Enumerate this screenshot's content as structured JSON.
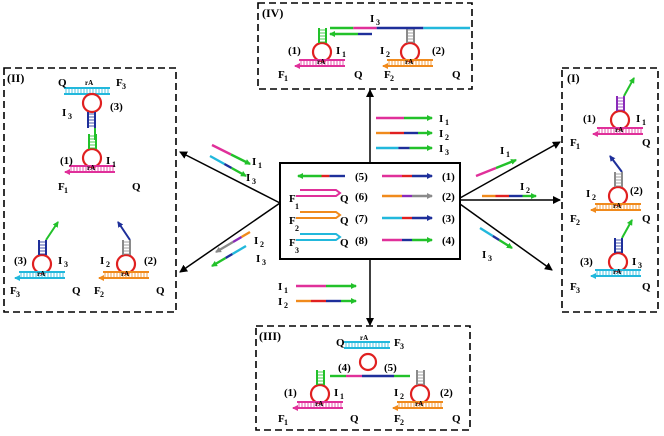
{
  "panels": {
    "I": {
      "title": "(I)"
    },
    "II": {
      "title": "(II)"
    },
    "III": {
      "title": "(III)"
    },
    "IV": {
      "title": "(IV)"
    }
  },
  "labels": {
    "one": "(1)",
    "two": "(2)",
    "three": "(3)",
    "four": "(4)",
    "five": "(5)",
    "six": "(6)",
    "seven": "(7)",
    "eight": "(8)",
    "I": "I",
    "F": "F",
    "Q": "Q",
    "rA": "rA",
    "s1": "1",
    "s2": "2",
    "s3": "3"
  },
  "colors": {
    "magenta": "#e0309a",
    "green": "#22c12a",
    "orange": "#f08a1c",
    "cyan": "#22b8dc",
    "blue": "#1e2f9a",
    "red": "#e02020",
    "purple": "#8a2ab8",
    "gray": "#8a8a8a"
  }
}
